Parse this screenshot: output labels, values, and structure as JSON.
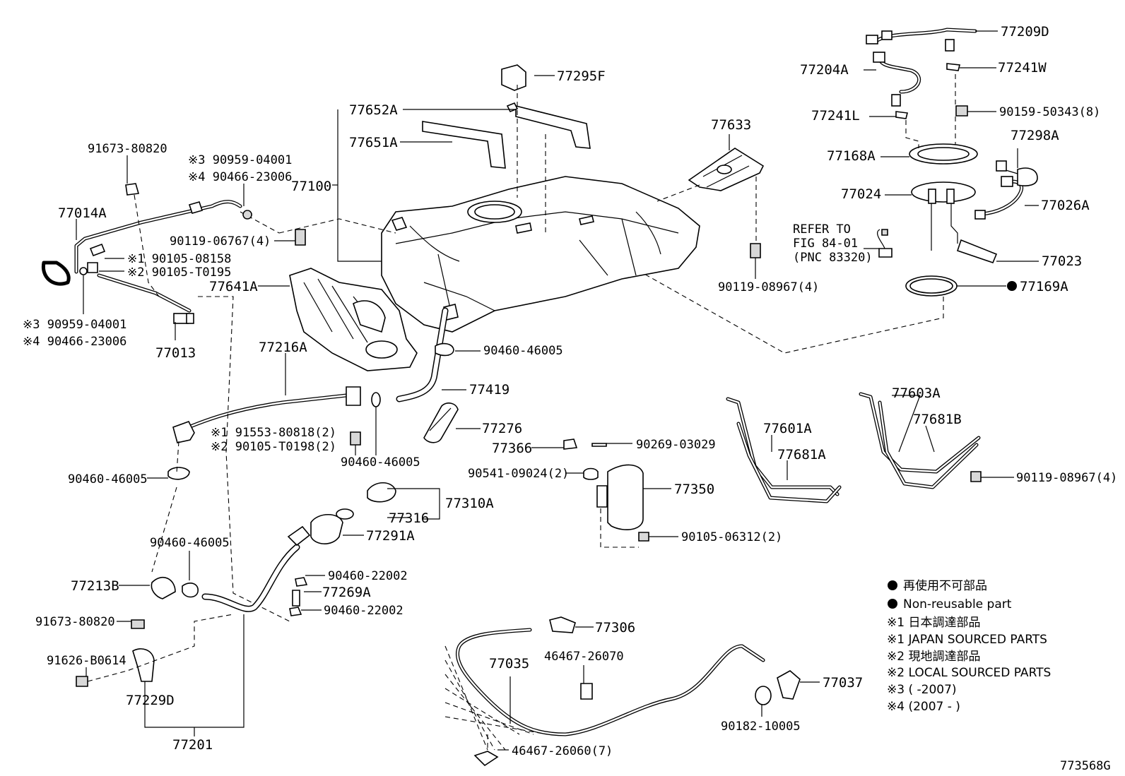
{
  "labels": {
    "p77209D": "77209D",
    "p77204A": "77204A",
    "p77241W": "77241W",
    "p77241L": "77241L",
    "p90159": "90159-50343(8)",
    "p77298A": "77298A",
    "p77168A": "77168A",
    "p77024": "77024",
    "p77026A": "77026A",
    "refer1": "REFER TO",
    "refer2": "FIG 84-01",
    "refer3": "(PNC 83320)",
    "p77023": "77023",
    "p77169A": "77169A",
    "p77295F": "77295F",
    "p77652A": "77652A",
    "p77651A": "77651A",
    "p77633": "77633",
    "p77100": "77100",
    "p90119_08967a": "90119-08967(4)",
    "p91673a": "91673-80820",
    "m3a": "※3 90959-04001",
    "m4a": "※4 90466-23006",
    "p77014A": "77014A",
    "p90119_06767": "90119-06767(4)",
    "m1a": "※1 90105-08158",
    "m2a": "※2 90105-T0195",
    "p77641A": "77641A",
    "m3b": "※3 90959-04001",
    "m4b": "※4 90466-23006",
    "p77013": "77013",
    "p77216A": "77216A",
    "p90460_46005a": "90460-46005",
    "p77419": "77419",
    "p77276": "77276",
    "m1b": "※1 91553-80818(2)",
    "m2b": "※2 90105-T0198(2)",
    "p90460_46005b": "90460-46005",
    "p77366": "77366",
    "p90269": "90269-03029",
    "p77601A": "77601A",
    "p77681A": "77681A",
    "p77603A": "77603A",
    "p77681B": "77681B",
    "p90119_08967b": "90119-08967(4)",
    "p90460_46005c": "90460-46005",
    "p90541": "90541-09024(2)",
    "p77350": "77350",
    "p77316": "77316",
    "p77310A": "77310A",
    "p77291A": "77291A",
    "p90105_06312": "90105-06312(2)",
    "p90460_46005d": "90460-46005",
    "p90460_22002a": "90460-22002",
    "p77269A": "77269A",
    "p90460_22002b": "90460-22002",
    "p77213B": "77213B",
    "p91673b": "91673-80820",
    "p91626": "91626-B0614",
    "p77229D": "77229D",
    "p77201": "77201",
    "p77306": "77306",
    "p77035": "77035",
    "p46467_26070": "46467-26070",
    "p77037": "77037",
    "p90182": "90182-10005",
    "p46467_26060": "46467-26060(7)",
    "code": "773568G"
  },
  "legend": {
    "l1": "再使用不可部品",
    "l2": "Non-reusable part",
    "l3": "※1 日本調達部品",
    "l4": "※1 JAPAN SOURCED PARTS",
    "l5": "※2 現地調達部品",
    "l6": "※2 LOCAL SOURCED PARTS",
    "l7": "※3 (      -2007)",
    "l8": "※4 (2007 -      )"
  }
}
